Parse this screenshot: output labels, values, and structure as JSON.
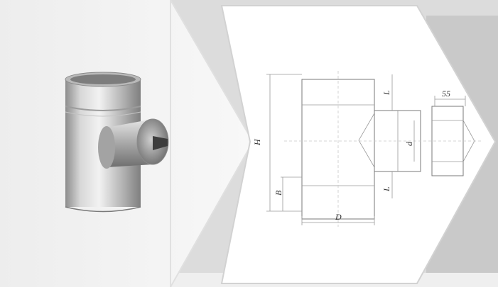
{
  "colors": {
    "left_panel": "#f3f3f3",
    "background": "#d9d9d9",
    "right_band": "#c9c9c9",
    "hex": "#ffffff"
  },
  "drawing_labels": {
    "height": "H",
    "diameter": "D",
    "branch_diameter": "d",
    "branch_offset": "L",
    "branch_offset_bottom": "L",
    "bottom_offset": "B",
    "cap_length": "55"
  }
}
